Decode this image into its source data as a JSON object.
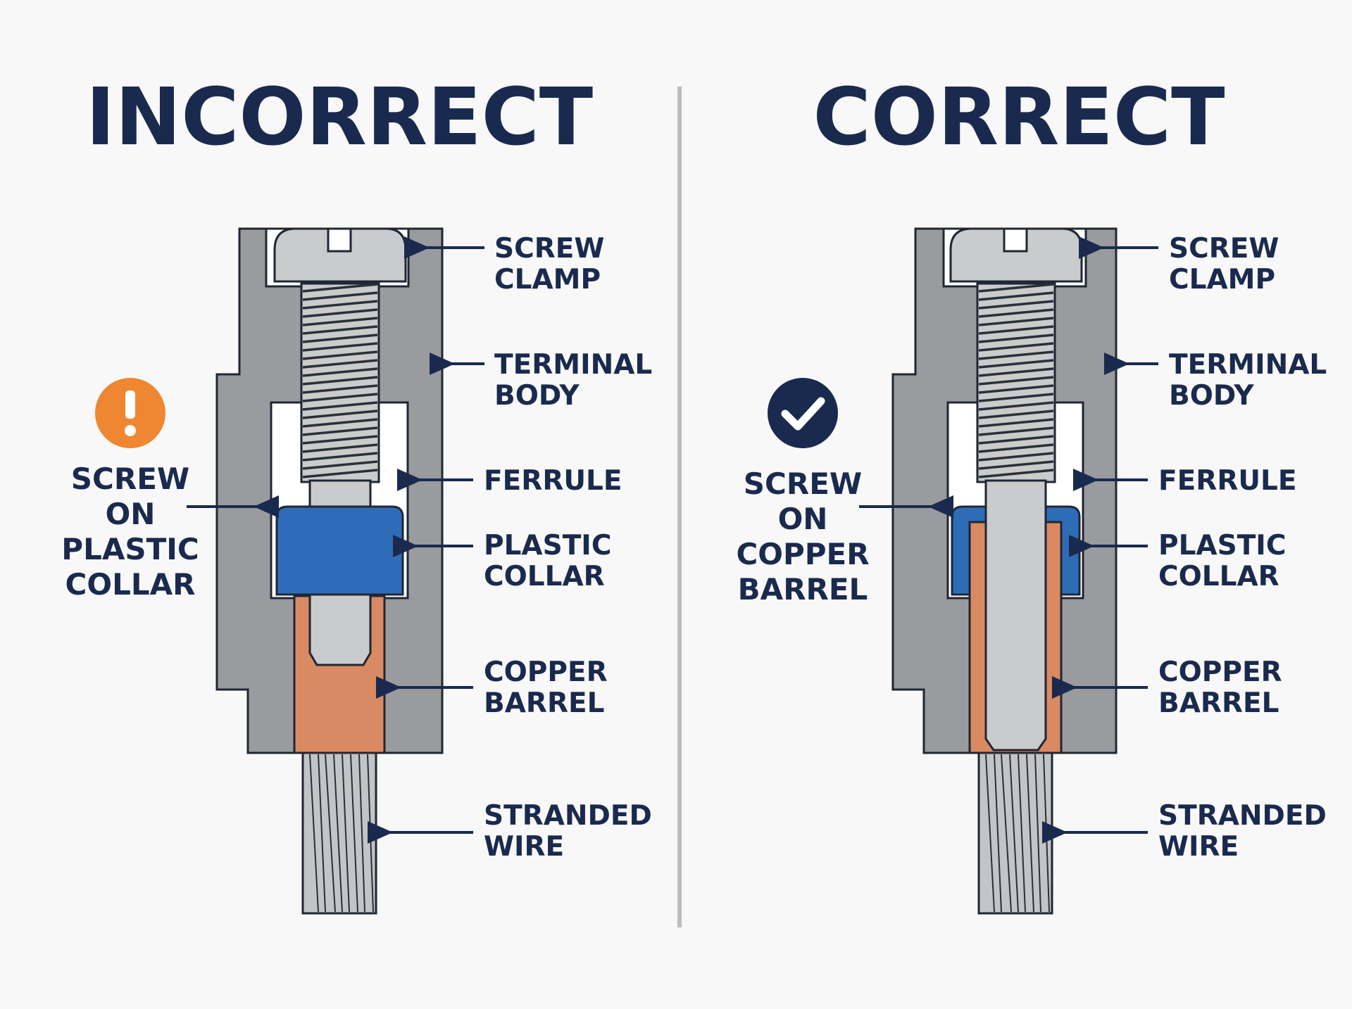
{
  "panels": [
    {
      "title": "INCORRECT",
      "status_icon": "exclamation-icon",
      "status_color": "#ef8732",
      "callout": [
        "SCREW",
        "ON",
        "PLASTIC",
        "COLLAR"
      ],
      "labels": {
        "screw_clamp": [
          "SCREW",
          "CLAMP"
        ],
        "terminal_body": [
          "TERMINAL",
          "BODY"
        ],
        "ferrule": [
          "FERRULE"
        ],
        "plastic_collar": [
          "PLASTIC",
          "COLLAR"
        ],
        "copper_barrel": [
          "COPPER",
          "BARREL"
        ],
        "stranded_wire": [
          "STRANDED",
          "WIRE"
        ]
      }
    },
    {
      "title": "CORRECT",
      "status_icon": "checkmark-icon",
      "status_color": "#1a2a4e",
      "callout": [
        "SCREW",
        "ON",
        "COPPER",
        "BARREL"
      ],
      "labels": {
        "screw_clamp": [
          "SCREW",
          "CLAMP"
        ],
        "terminal_body": [
          "TERMINAL",
          "BODY"
        ],
        "ferrule": [
          "FERRULE"
        ],
        "plastic_collar": [
          "PLASTIC",
          "COLLAR"
        ],
        "copper_barrel": [
          "COPPER",
          "BARREL"
        ],
        "stranded_wire": [
          "STRANDED",
          "WIRE"
        ]
      }
    }
  ],
  "colors": {
    "title": "#1a2a4e",
    "terminal_body": "#999b9e",
    "screw": "#c9cbcd",
    "plastic_collar": "#2f6cb8",
    "copper_barrel": "#d98a62",
    "divider": "#b9bbbd"
  }
}
